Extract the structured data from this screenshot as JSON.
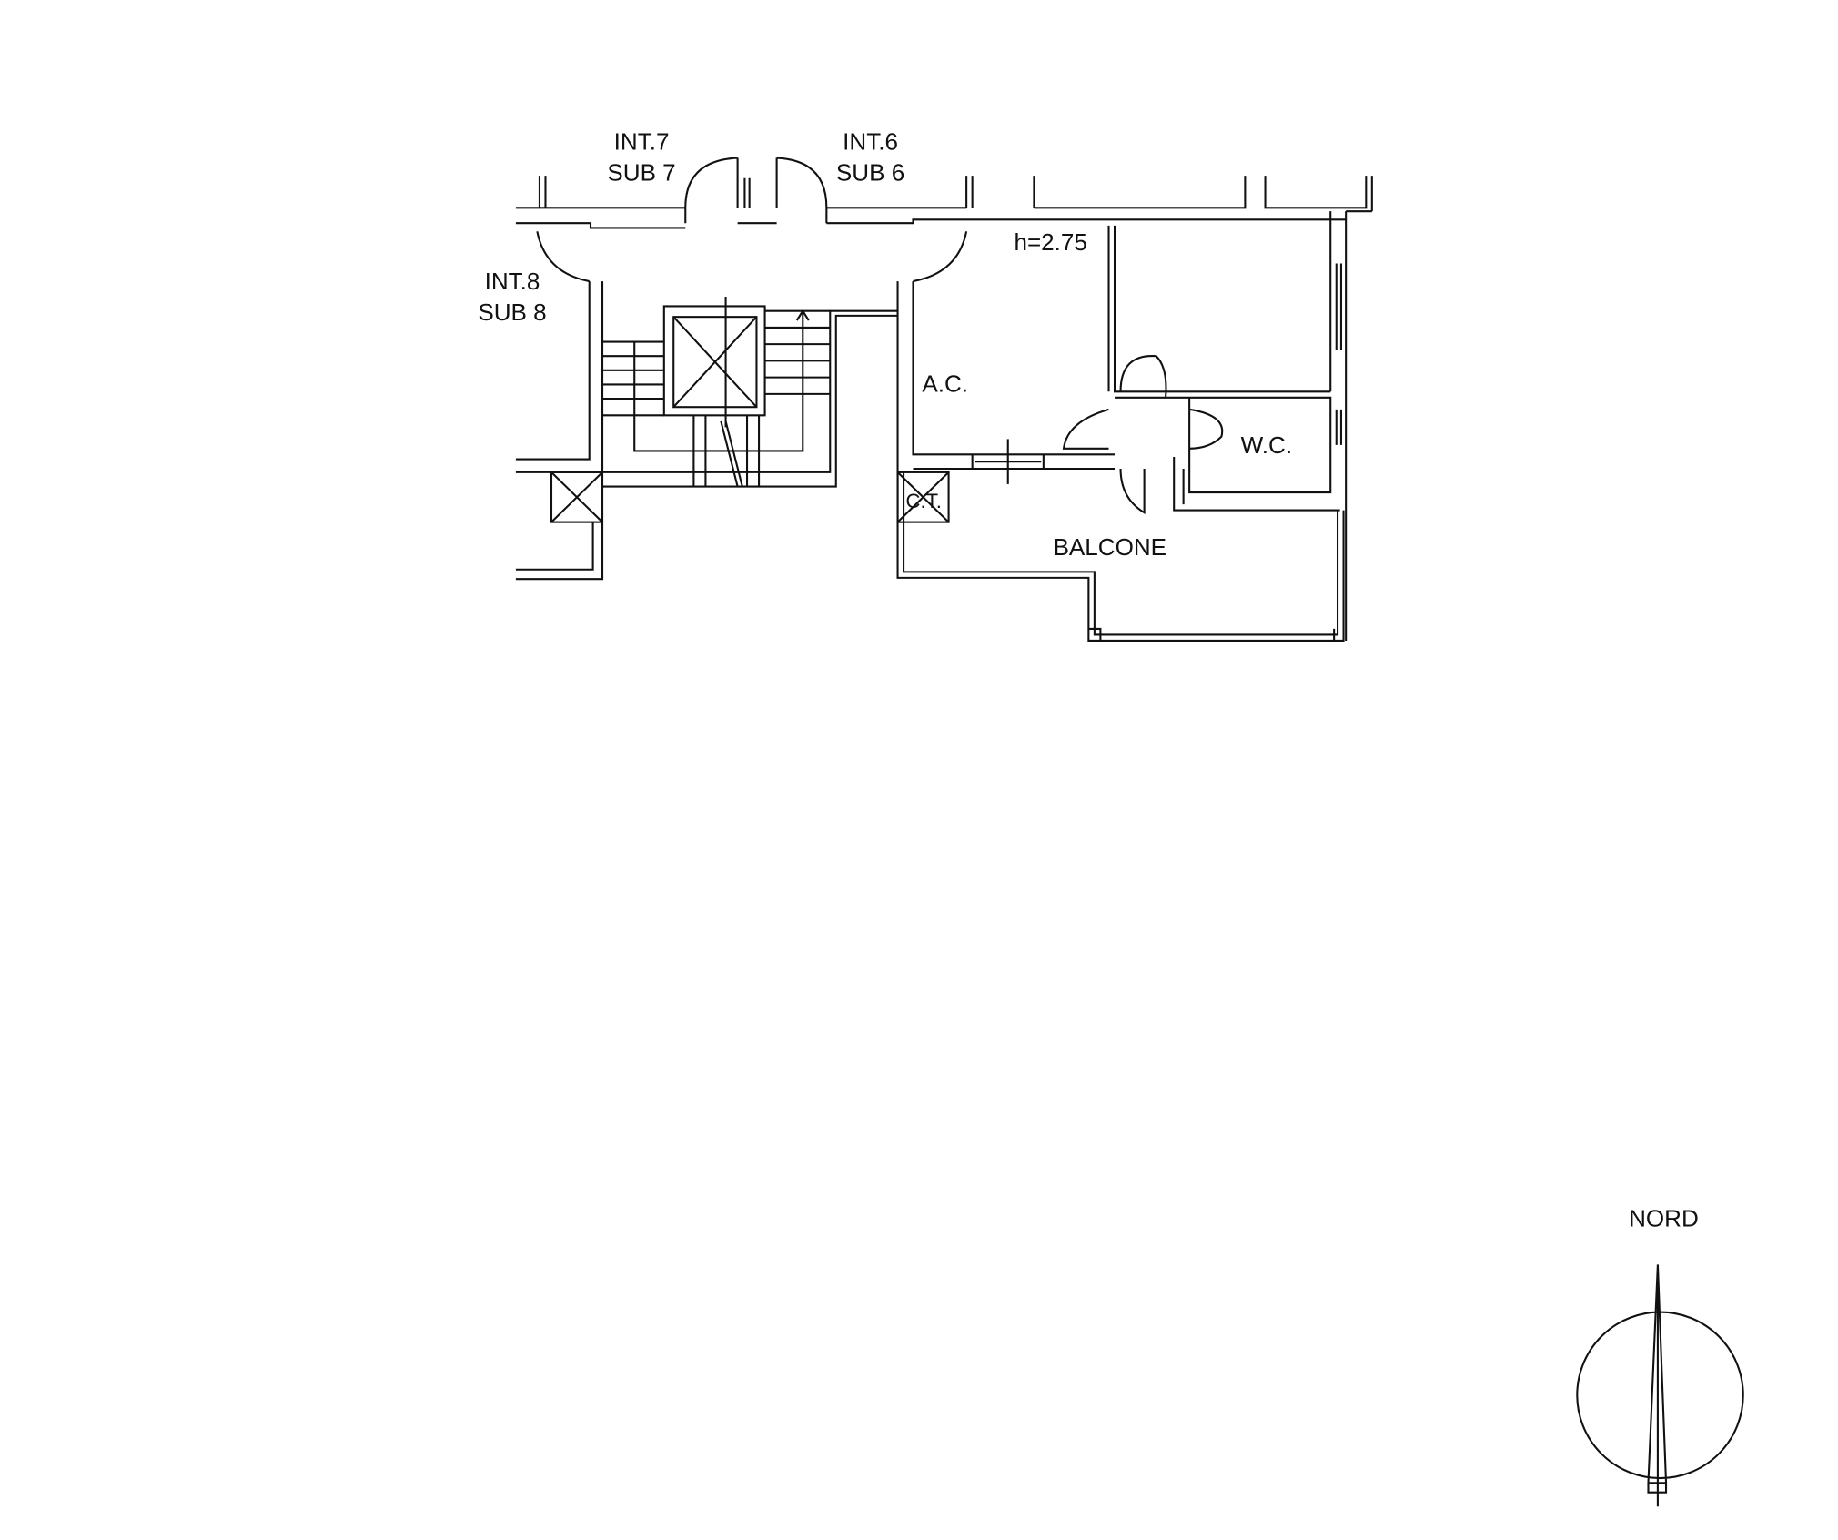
{
  "labels": {
    "int7": "INT.7",
    "sub7": "SUB 7",
    "int6": "INT.6",
    "sub6": "SUB 6",
    "int8": "INT.8",
    "sub8": "SUB 8",
    "height": "h=2.75",
    "ac": "A.C.",
    "wc": "W.C.",
    "balcone": "BALCONE",
    "ct": "C.T.",
    "north": "NORD"
  }
}
